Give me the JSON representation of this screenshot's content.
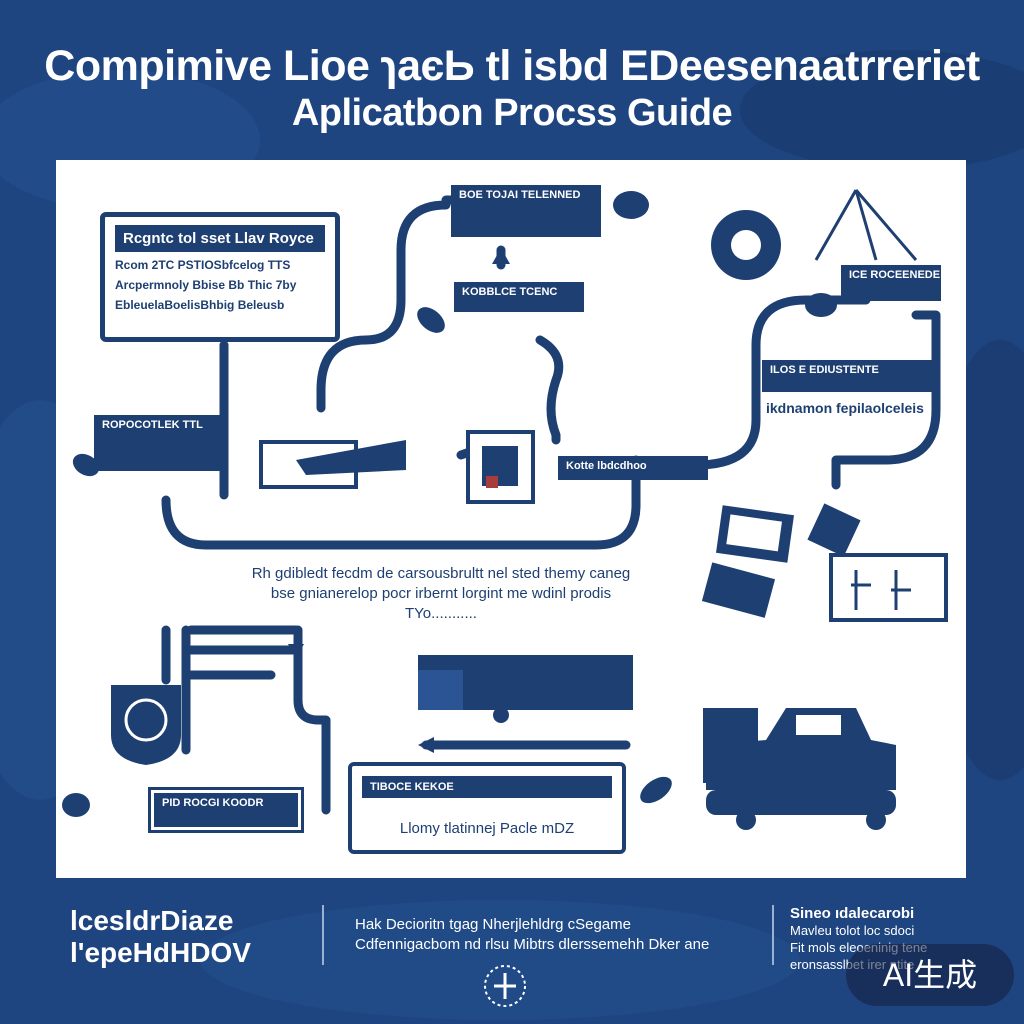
{
  "header": {
    "title_line1": "Compimive Lioe ɿaєЬ tl isbd EDeesenaatrreriet",
    "title_line2": "Aplicatbon Procss Guide"
  },
  "steps": {
    "top_left_card": {
      "heading": "Rcgntc tol sset Llav Royce",
      "line1": "Rcom 2TC PSTIOSbfcelog TTS",
      "line2": "Arcpermnoly Bbise Bb Thic 7by",
      "line3": "EbleuelaBoelisBhbig Beleusb"
    },
    "left_label": "ROPOCOTLEK TTL",
    "top_center_label": "BOE TOJAI TELENNED",
    "center_label": "KOBBLCE TCENC",
    "right_top_label": "ICE ROCEENEDE",
    "right_mid_label": "ILOS E EDIUSTENTE",
    "right_mid_caption": "ikdnamon fepilaolceleis",
    "center_bar_label": "Kotte lbdcdhoo",
    "mid_text_line1": "Rh gdibledt fecdm de carsousbrultt nel sted themy caneg",
    "mid_text_line2": "bse gnianerelop pocr irbernt lorgint me wdinl prodis",
    "mid_text_line3": "TYo...........",
    "bottom_card_label": "TIBOCE KEKOE",
    "bottom_card_caption": "Llomy tlatinnej Pacle mDZ",
    "bottom_left_label": "PID ROCGI KOODR"
  },
  "footer": {
    "left_line1": "lcesldrDiaze",
    "left_line2": "l'epeHdHDOV",
    "center_line1": "Hak Decioritn tgag Nherjlehldrg cSegame",
    "center_line2": "Cdfennigacbom nd rlsu Mibtrs dlerssemehh Dker ane",
    "right_line1": "Sineo ıdalecarobi",
    "right_line2": "Mavleu tolot loc sdoci",
    "right_line3": "Fit mols eleoeninig tene",
    "right_line4": "eronsasslbet irer ntite",
    "ai_badge": "AI生成"
  },
  "colors": {
    "background": "#1e4580",
    "navy": "#1e3f72",
    "panel": "#ffffff"
  }
}
